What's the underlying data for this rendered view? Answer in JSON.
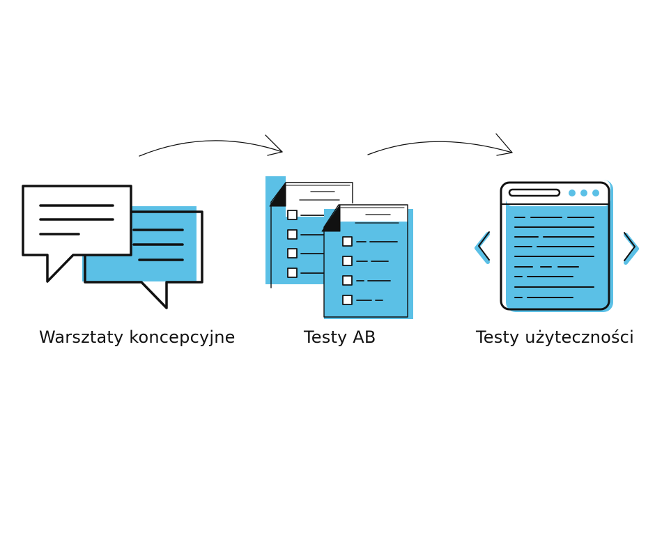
{
  "colors": {
    "accent": "#5bc0e6",
    "ink": "#111111",
    "background": "#ffffff"
  },
  "steps": [
    {
      "label": "Warsztaty koncepcyjne",
      "icon": "chat-bubbles-icon"
    },
    {
      "label": "Testy AB",
      "icon": "checklist-documents-icon"
    },
    {
      "label": "Testy użyteczności",
      "icon": "browser-window-icon"
    }
  ],
  "connectors": [
    {
      "from": "Warsztaty koncepcyjne",
      "to": "Testy AB"
    },
    {
      "from": "Testy AB",
      "to": "Testy użyteczności"
    }
  ]
}
